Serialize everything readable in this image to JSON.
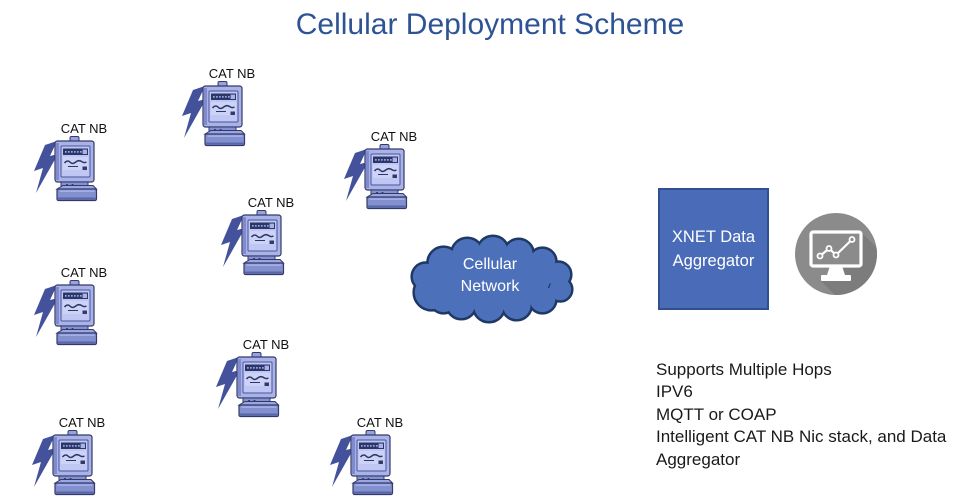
{
  "title": "Cellular Deployment Scheme",
  "devices": [
    {
      "label": "CAT NB",
      "icon": "smart-meter-with-lightning-bolt"
    },
    {
      "label": "CAT NB",
      "icon": "smart-meter-with-lightning-bolt"
    },
    {
      "label": "CAT NB",
      "icon": "smart-meter-with-lightning-bolt"
    },
    {
      "label": "CAT NB",
      "icon": "smart-meter-with-lightning-bolt"
    },
    {
      "label": "CAT NB",
      "icon": "smart-meter-with-lightning-bolt"
    },
    {
      "label": "CAT NB",
      "icon": "smart-meter-with-lightning-bolt"
    },
    {
      "label": "CAT NB",
      "icon": "smart-meter-with-lightning-bolt"
    },
    {
      "label": "CAT NB",
      "icon": "smart-meter-with-lightning-bolt"
    }
  ],
  "cloud": {
    "line1": "Cellular",
    "line2": "Network",
    "icon": "cloud-shape"
  },
  "aggregator": {
    "line1": "XNET Data",
    "line2": "Aggregator"
  },
  "dashboard": {
    "icon": "monitor-with-line-chart"
  },
  "notes": [
    "Supports Multiple Hops",
    "IPV6",
    "MQTT or COAP",
    "Intelligent CAT NB Nic stack, and Data",
    "Aggregator"
  ],
  "colors": {
    "title_text": "#2E5395",
    "label_text": "#111111",
    "notes_text": "#1A1A1A",
    "cloud_fill": "#4C70BA",
    "cloud_outline": "#1F3864",
    "cloud_text": "#FFFFFF",
    "aggregator_fill": "#4A6BB8",
    "aggregator_border": "#31508F",
    "aggregator_text": "#FFFFFF",
    "monitor_circle": "#8B8B8B",
    "monitor_shadow": "#7C7C7C"
  }
}
